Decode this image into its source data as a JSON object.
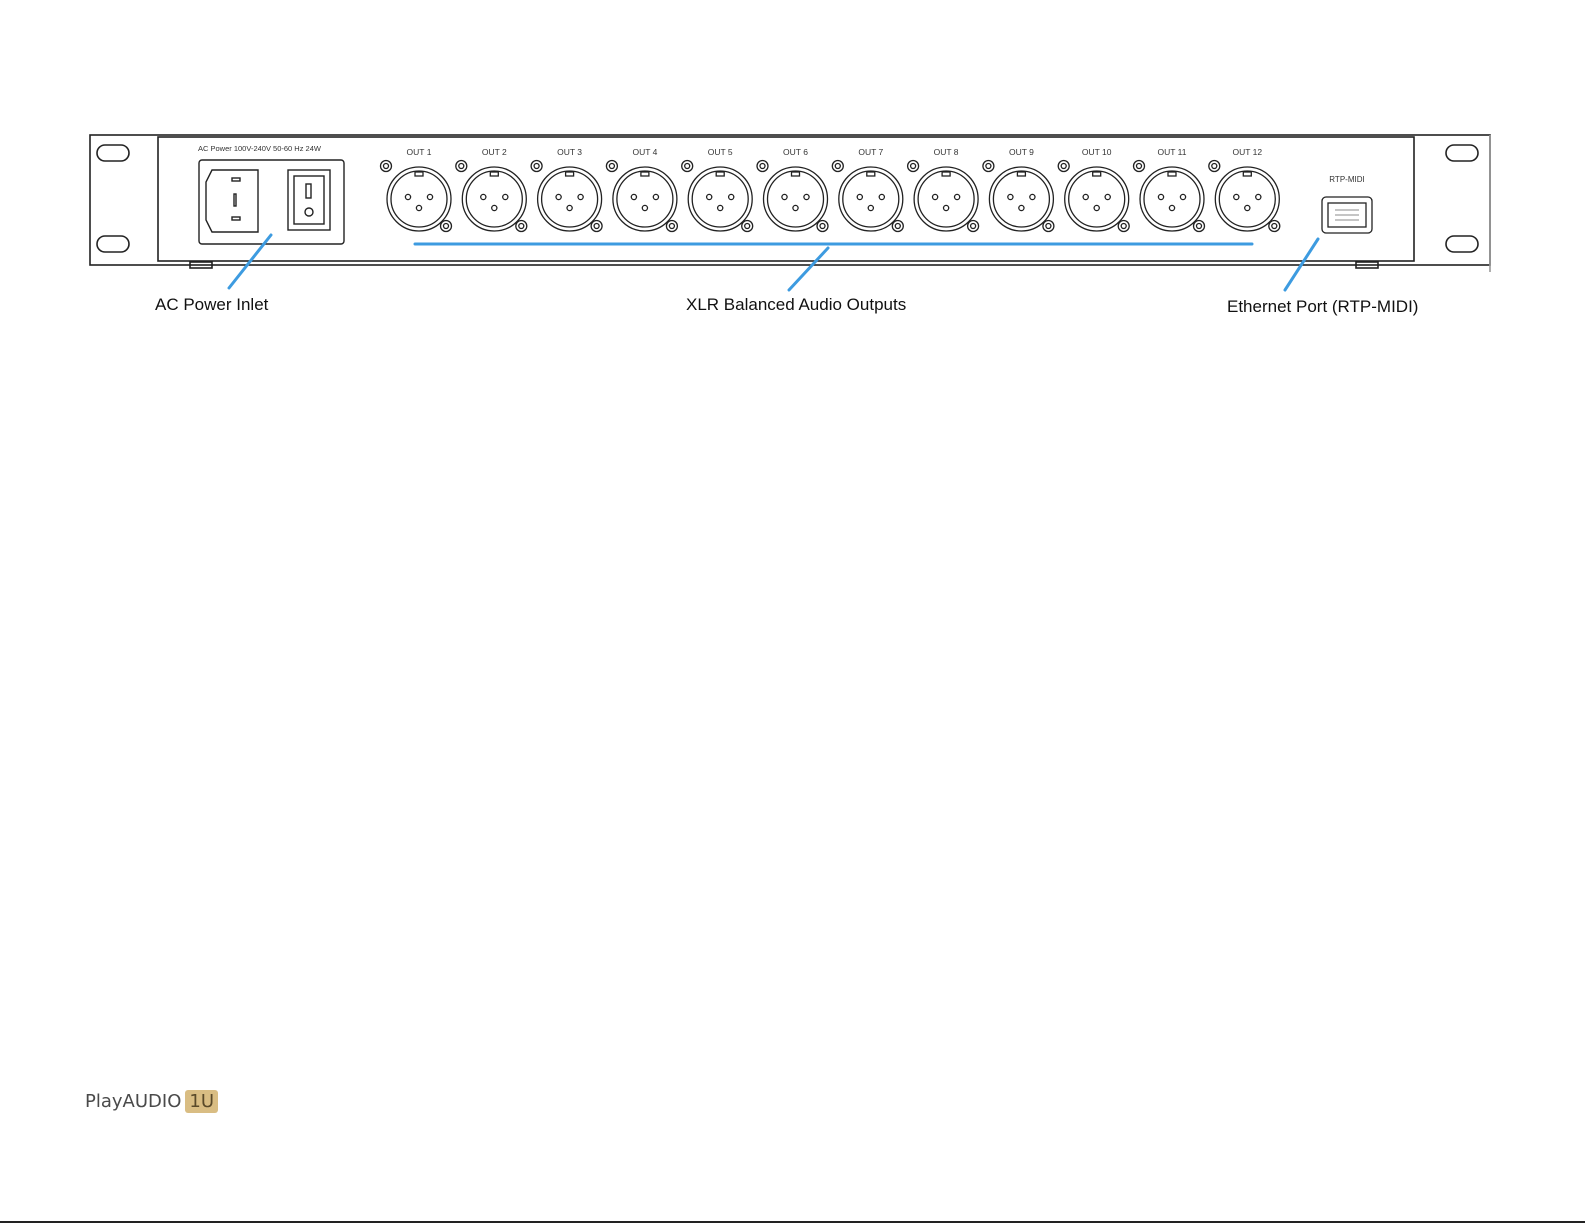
{
  "panel": {
    "power_spec": "AC Power 100V-240V  50-60 Hz  24W",
    "outputs": [
      "OUT 1",
      "OUT 2",
      "OUT 3",
      "OUT 4",
      "OUT 5",
      "OUT 6",
      "OUT 7",
      "OUT 8",
      "OUT 9",
      "OUT 10",
      "OUT 11",
      "OUT 12"
    ],
    "network_label": "RTP-MIDI"
  },
  "callouts": {
    "power": "AC Power Inlet",
    "outputs": "XLR Balanced Audio Outputs",
    "ethernet": "Ethernet Port (RTP-MIDI)"
  },
  "footer": {
    "product": "PlayAUDIO",
    "badge": "1U"
  },
  "colors": {
    "callout_line": "#3d9be0",
    "badge_bg": "#d9bd83"
  }
}
